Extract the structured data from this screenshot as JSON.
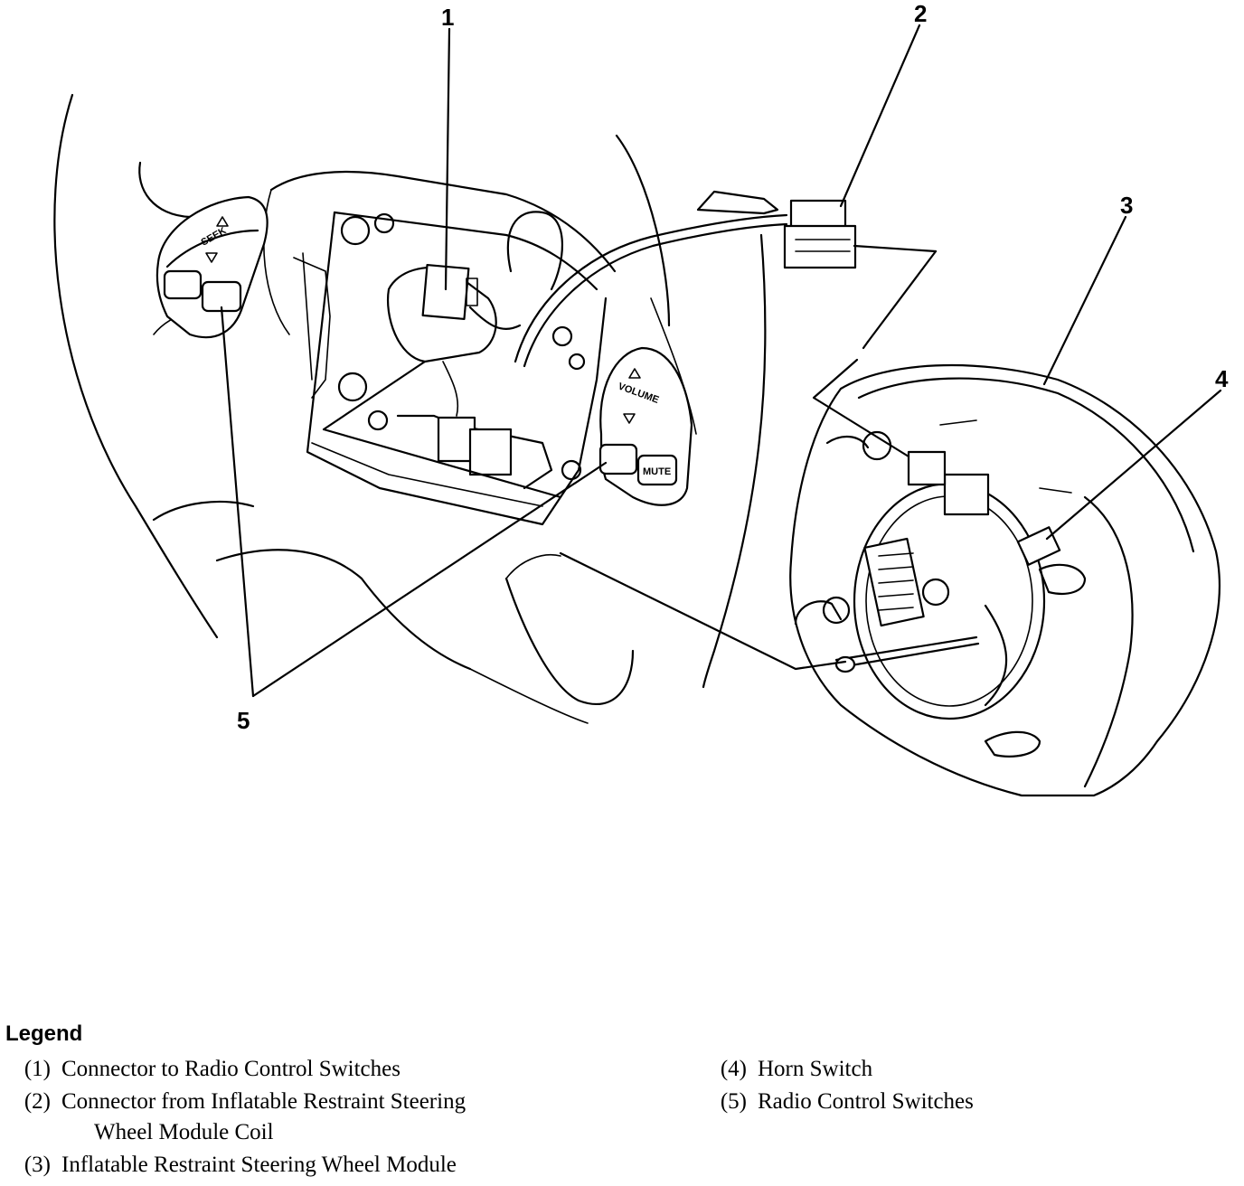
{
  "callouts": [
    "1",
    "2",
    "3",
    "4",
    "5"
  ],
  "switch_labels": {
    "seek": "SEEK",
    "volume": "VOLUME",
    "mute": "MUTE"
  },
  "legend": {
    "title": "Legend",
    "items": [
      {
        "num": "(1)",
        "text": "Connector to Radio Control Switches",
        "continuation": ""
      },
      {
        "num": "(2)",
        "text": "Connector from Inflatable Restraint Steering",
        "continuation": "Wheel Module Coil"
      },
      {
        "num": "(3)",
        "text": "Inflatable Restraint Steering Wheel Module",
        "continuation": ""
      },
      {
        "num": "(4)",
        "text": "Horn Switch",
        "continuation": ""
      },
      {
        "num": "(5)",
        "text": "Radio Control Switches",
        "continuation": ""
      }
    ]
  }
}
